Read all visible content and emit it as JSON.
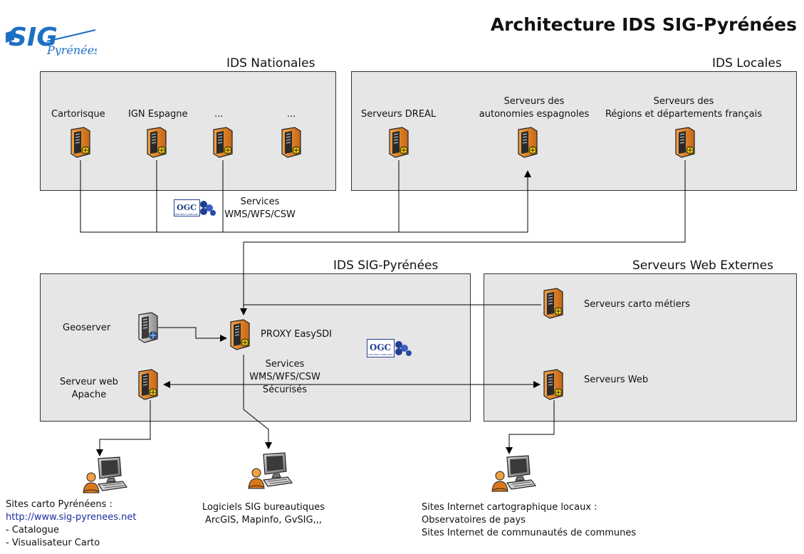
{
  "logo": {
    "text": "SIG",
    "subtext": "Pyrénées"
  },
  "title": "Architecture IDS SIG-Pyrénées",
  "groups": {
    "ids_nationales": "IDS Nationales",
    "ids_locales": "IDS Locales",
    "ids_sig": "IDS SIG-Pyrénées",
    "web_externes": "Serveurs Web Externes"
  },
  "nationales": {
    "cartorisque": "Cartorisque",
    "ign": "IGN Espagne",
    "dots1": "...",
    "dots2": "..."
  },
  "locales": {
    "dreal": "Serveurs DREAL",
    "autonomies_l1": "Serveurs des",
    "autonomies_l2": "autonomies espagnoles",
    "regions_l1": "Serveurs des",
    "regions_l2": "Régions et départements français"
  },
  "services_top": {
    "l1": "Services",
    "l2": "WMS/WFS/CSW"
  },
  "ogc": {
    "top": "OGC",
    "small": "CERTIFIED COMPLIANT"
  },
  "sig": {
    "geoserver": "Geoserver",
    "proxy": "PROXY EasySDI",
    "apache_l1": "Serveur web",
    "apache_l2": "Apache",
    "services_l1": "Services",
    "services_l2": "WMS/WFS/CSW",
    "services_l3": "Sécurisés"
  },
  "externes": {
    "metiers": "Serveurs carto métiers",
    "web": "Serveurs Web"
  },
  "clients": {
    "sites": {
      "l1": "Sites carto Pyrénéens :",
      "url": "http://www.sig-pyrenees.net",
      "l3": "- Catalogue",
      "l4": "- Visualisateur Carto"
    },
    "logiciels": {
      "l1": "Logiciels SIG bureautiques",
      "l2": "ArcGIS, Mapinfo, GvSIG,,,"
    },
    "internet": {
      "l1": "Sites Internet cartographique locaux :",
      "l2": "Observatoires de pays",
      "l3": "Sites Internet de communautés de communes"
    }
  }
}
